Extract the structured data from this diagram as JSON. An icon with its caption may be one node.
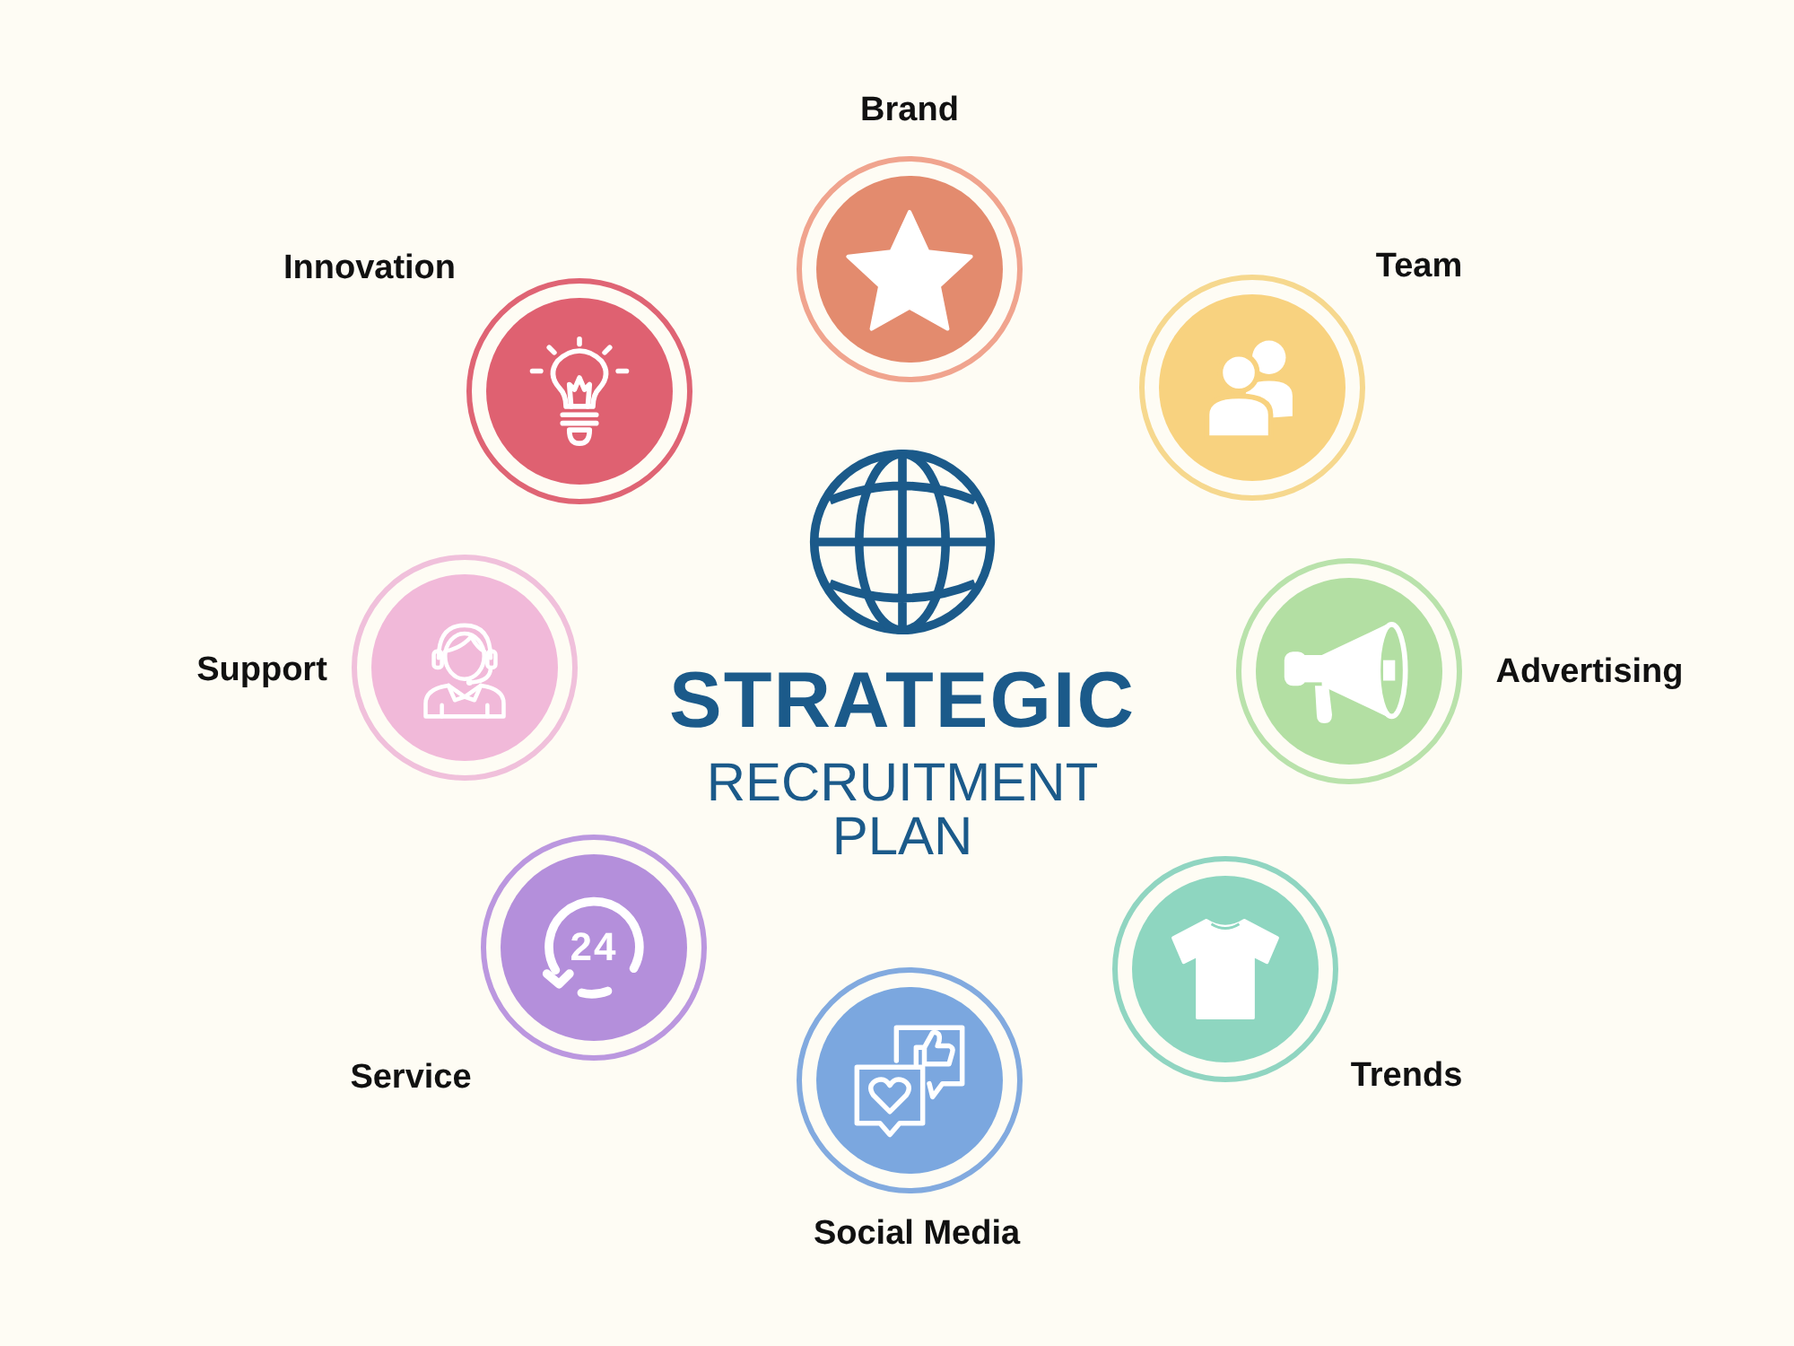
{
  "diagram": {
    "title": "**STRATEGIC** RECRUITMENT PLAN",
    "nodes": [
      {
        "text": [
          "Brand"
        ]
      },
      {
        "text": [
          "Team"
        ]
      },
      {
        "text": [
          "Advertising"
        ]
      },
      {
        "text": [
          "Trends"
        ]
      },
      {
        "text": [
          "Social Media"
        ]
      },
      {
        "text": [
          "Service",
          "24"
        ]
      },
      {
        "text": [
          "Support"
        ]
      },
      {
        "text": [
          "Innovation"
        ]
      }
    ]
  }
}
